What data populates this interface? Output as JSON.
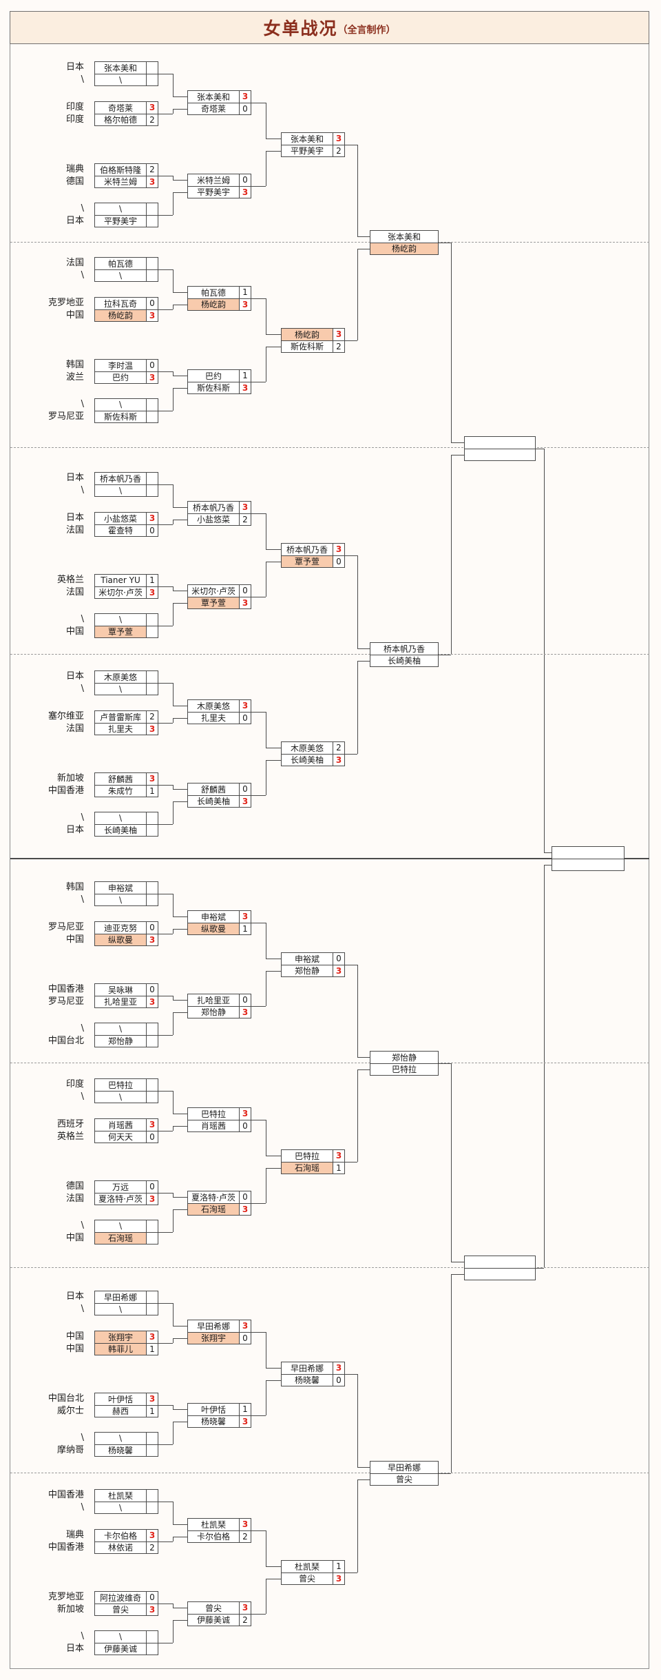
{
  "title": {
    "main": "女单战况",
    "sub": "（全言制作）"
  },
  "colors": {
    "page_bg": "#fefbf8",
    "title_bar_bg": "#fbeee0",
    "title_text": "#8b2f1e",
    "box_border": "#4a4a4a",
    "highlight_china": "#f8cbad",
    "winner_score": "#e1251b"
  },
  "bracket": {
    "sections": [
      {
        "r64": [
          {
            "rows": [
              {
                "country": "日本",
                "name": "张本美和",
                "score": ""
              },
              {
                "country": "\\",
                "name": "\\",
                "score": ""
              }
            ]
          },
          {
            "rows": [
              {
                "country": "印度",
                "name": "奇塔莱",
                "score": "3",
                "win": true
              },
              {
                "country": "印度",
                "name": "格尔帕德",
                "score": "2"
              }
            ]
          },
          {
            "rows": [
              {
                "country": "瑞典",
                "name": "伯格斯特隆",
                "score": "2"
              },
              {
                "country": "德国",
                "name": "米特兰姆",
                "score": "3",
                "win": true
              }
            ]
          },
          {
            "rows": [
              {
                "country": "\\",
                "name": "\\",
                "score": ""
              },
              {
                "country": "日本",
                "name": "平野美宇",
                "score": ""
              }
            ]
          }
        ],
        "r32": [
          {
            "rows": [
              {
                "name": "张本美和",
                "score": "3",
                "win": true
              },
              {
                "name": "奇塔莱",
                "score": "0"
              }
            ]
          },
          {
            "rows": [
              {
                "name": "米特兰姆",
                "score": "0"
              },
              {
                "name": "平野美宇",
                "score": "3",
                "win": true
              }
            ]
          }
        ],
        "r16": {
          "rows": [
            {
              "name": "张本美和",
              "score": "3",
              "win": true
            },
            {
              "name": "平野美宇",
              "score": "2"
            }
          ]
        }
      },
      {
        "r64": [
          {
            "rows": [
              {
                "country": "法国",
                "name": "帕瓦德",
                "score": ""
              },
              {
                "country": "\\",
                "name": "\\",
                "score": ""
              }
            ]
          },
          {
            "rows": [
              {
                "country": "克罗地亚",
                "name": "拉科瓦奇",
                "score": "0"
              },
              {
                "country": "中国",
                "name": "杨屹韵",
                "score": "3",
                "win": true,
                "cn": true
              }
            ]
          },
          {
            "rows": [
              {
                "country": "韩国",
                "name": "李时温",
                "score": "0"
              },
              {
                "country": "波兰",
                "name": "巴约",
                "score": "3",
                "win": true
              }
            ]
          },
          {
            "rows": [
              {
                "country": "\\",
                "name": "\\",
                "score": ""
              },
              {
                "country": "罗马尼亚",
                "name": "斯佐科斯",
                "score": ""
              }
            ]
          }
        ],
        "r32": [
          {
            "rows": [
              {
                "name": "帕瓦德",
                "score": "1"
              },
              {
                "name": "杨屹韵",
                "score": "3",
                "win": true,
                "cn": true
              }
            ]
          },
          {
            "rows": [
              {
                "name": "巴约",
                "score": "1"
              },
              {
                "name": "斯佐科斯",
                "score": "3",
                "win": true
              }
            ]
          }
        ],
        "r16": {
          "rows": [
            {
              "name": "杨屹韵",
              "score": "3",
              "win": true,
              "cn": true
            },
            {
              "name": "斯佐科斯",
              "score": "2"
            }
          ]
        }
      },
      {
        "r64": [
          {
            "rows": [
              {
                "country": "日本",
                "name": "桥本帆乃香",
                "score": ""
              },
              {
                "country": "\\",
                "name": "\\",
                "score": ""
              }
            ]
          },
          {
            "rows": [
              {
                "country": "日本",
                "name": "小盐悠菜",
                "score": "3",
                "win": true
              },
              {
                "country": "法国",
                "name": "霍查特",
                "score": "0"
              }
            ]
          },
          {
            "rows": [
              {
                "country": "英格兰",
                "name": "Tianer YU",
                "score": "1"
              },
              {
                "country": "法国",
                "name": "米切尔·卢茨",
                "score": "3",
                "win": true
              }
            ]
          },
          {
            "rows": [
              {
                "country": "\\",
                "name": "\\",
                "score": ""
              },
              {
                "country": "中国",
                "name": "覃予萱",
                "score": "",
                "cn": true
              }
            ]
          }
        ],
        "r32": [
          {
            "rows": [
              {
                "name": "桥本帆乃香",
                "score": "3",
                "win": true
              },
              {
                "name": "小盐悠菜",
                "score": "2"
              }
            ]
          },
          {
            "rows": [
              {
                "name": "米切尔·卢茨",
                "score": "0"
              },
              {
                "name": "覃予萱",
                "score": "3",
                "win": true,
                "cn": true
              }
            ]
          }
        ],
        "r16": {
          "rows": [
            {
              "name": "桥本帆乃香",
              "score": "3",
              "win": true
            },
            {
              "name": "覃予萱",
              "score": "0",
              "cn": true
            }
          ]
        }
      },
      {
        "r64": [
          {
            "rows": [
              {
                "country": "日本",
                "name": "木原美悠",
                "score": ""
              },
              {
                "country": "\\",
                "name": "\\",
                "score": ""
              }
            ]
          },
          {
            "rows": [
              {
                "country": "塞尔维亚",
                "name": "卢普雷斯库",
                "score": "2"
              },
              {
                "country": "法国",
                "name": "扎里夫",
                "score": "3",
                "win": true
              }
            ]
          },
          {
            "rows": [
              {
                "country": "新加坡",
                "name": "舒麟茜",
                "score": "3",
                "win": true
              },
              {
                "country": "中国香港",
                "name": "朱成竹",
                "score": "1"
              }
            ]
          },
          {
            "rows": [
              {
                "country": "\\",
                "name": "\\",
                "score": ""
              },
              {
                "country": "日本",
                "name": "长崎美柚",
                "score": ""
              }
            ]
          }
        ],
        "r32": [
          {
            "rows": [
              {
                "name": "木原美悠",
                "score": "3",
                "win": true
              },
              {
                "name": "扎里夫",
                "score": "0"
              }
            ]
          },
          {
            "rows": [
              {
                "name": "舒麟茜",
                "score": "0"
              },
              {
                "name": "长崎美柚",
                "score": "3",
                "win": true
              }
            ]
          }
        ],
        "r16": {
          "rows": [
            {
              "name": "木原美悠",
              "score": "2"
            },
            {
              "name": "长崎美柚",
              "score": "3",
              "win": true
            }
          ]
        }
      },
      {
        "r64": [
          {
            "rows": [
              {
                "country": "韩国",
                "name": "申裕斌",
                "score": ""
              },
              {
                "country": "\\",
                "name": "\\",
                "score": ""
              }
            ]
          },
          {
            "rows": [
              {
                "country": "罗马尼亚",
                "name": "迪亚克努",
                "score": "0"
              },
              {
                "country": "中国",
                "name": "纵歌曼",
                "score": "3",
                "win": true,
                "cn": true
              }
            ]
          },
          {
            "rows": [
              {
                "country": "中国香港",
                "name": "吴咏琳",
                "score": "0"
              },
              {
                "country": "罗马尼亚",
                "name": "扎哈里亚",
                "score": "3",
                "win": true
              }
            ]
          },
          {
            "rows": [
              {
                "country": "\\",
                "name": "\\",
                "score": ""
              },
              {
                "country": "中国台北",
                "name": "郑怡静",
                "score": ""
              }
            ]
          }
        ],
        "r32": [
          {
            "rows": [
              {
                "name": "申裕斌",
                "score": "3",
                "win": true
              },
              {
                "name": "纵歌曼",
                "score": "1",
                "cn": true
              }
            ]
          },
          {
            "rows": [
              {
                "name": "扎哈里亚",
                "score": "0"
              },
              {
                "name": "郑怡静",
                "score": "3",
                "win": true
              }
            ]
          }
        ],
        "r16": {
          "rows": [
            {
              "name": "申裕斌",
              "score": "0"
            },
            {
              "name": "郑怡静",
              "score": "3",
              "win": true
            }
          ]
        }
      },
      {
        "r64": [
          {
            "rows": [
              {
                "country": "印度",
                "name": "巴特拉",
                "score": ""
              },
              {
                "country": "\\",
                "name": "\\",
                "score": ""
              }
            ]
          },
          {
            "rows": [
              {
                "country": "西班牙",
                "name": "肖瑶茜",
                "score": "3",
                "win": true
              },
              {
                "country": "英格兰",
                "name": "何天天",
                "score": "0"
              }
            ]
          },
          {
            "rows": [
              {
                "country": "德国",
                "name": "万远",
                "score": "0"
              },
              {
                "country": "法国",
                "name": "夏洛特·卢茨",
                "score": "3",
                "win": true
              }
            ]
          },
          {
            "rows": [
              {
                "country": "\\",
                "name": "\\",
                "score": ""
              },
              {
                "country": "中国",
                "name": "石洵瑶",
                "score": "",
                "cn": true
              }
            ]
          }
        ],
        "r32": [
          {
            "rows": [
              {
                "name": "巴特拉",
                "score": "3",
                "win": true
              },
              {
                "name": "肖瑶茜",
                "score": "0"
              }
            ]
          },
          {
            "rows": [
              {
                "name": "夏洛特·卢茨",
                "score": "0"
              },
              {
                "name": "石洵瑶",
                "score": "3",
                "win": true,
                "cn": true
              }
            ]
          }
        ],
        "r16": {
          "rows": [
            {
              "name": "巴特拉",
              "score": "3",
              "win": true
            },
            {
              "name": "石洵瑶",
              "score": "1",
              "cn": true
            }
          ]
        }
      },
      {
        "r64": [
          {
            "rows": [
              {
                "country": "日本",
                "name": "早田希娜",
                "score": ""
              },
              {
                "country": "\\",
                "name": "\\",
                "score": ""
              }
            ]
          },
          {
            "rows": [
              {
                "country": "中国",
                "name": "张翔宇",
                "score": "3",
                "win": true,
                "cn": true
              },
              {
                "country": "中国",
                "name": "韩菲儿",
                "score": "1",
                "cn": true
              }
            ]
          },
          {
            "rows": [
              {
                "country": "中国台北",
                "name": "叶伊恬",
                "score": "3",
                "win": true
              },
              {
                "country": "威尔士",
                "name": "赫西",
                "score": "1"
              }
            ]
          },
          {
            "rows": [
              {
                "country": "\\",
                "name": "\\",
                "score": ""
              },
              {
                "country": "摩纳哥",
                "name": "杨晓馨",
                "score": ""
              }
            ]
          }
        ],
        "r32": [
          {
            "rows": [
              {
                "name": "早田希娜",
                "score": "3",
                "win": true
              },
              {
                "name": "张翔宇",
                "score": "0",
                "cn": true
              }
            ]
          },
          {
            "rows": [
              {
                "name": "叶伊恬",
                "score": "1"
              },
              {
                "name": "杨晓馨",
                "score": "3",
                "win": true
              }
            ]
          }
        ],
        "r16": {
          "rows": [
            {
              "name": "早田希娜",
              "score": "3",
              "win": true
            },
            {
              "name": "杨晓馨",
              "score": "0"
            }
          ]
        }
      },
      {
        "r64": [
          {
            "rows": [
              {
                "country": "中国香港",
                "name": "杜凯琹",
                "score": ""
              },
              {
                "country": "\\",
                "name": "\\",
                "score": ""
              }
            ]
          },
          {
            "rows": [
              {
                "country": "瑞典",
                "name": "卡尔伯格",
                "score": "3",
                "win": true
              },
              {
                "country": "中国香港",
                "name": "林依诺",
                "score": "2"
              }
            ]
          },
          {
            "rows": [
              {
                "country": "克罗地亚",
                "name": "阿拉波维奇",
                "score": "0"
              },
              {
                "country": "新加坡",
                "name": "曾尖",
                "score": "3",
                "win": true
              }
            ]
          },
          {
            "rows": [
              {
                "country": "\\",
                "name": "\\",
                "score": ""
              },
              {
                "country": "日本",
                "name": "伊藤美诚",
                "score": ""
              }
            ]
          }
        ],
        "r32": [
          {
            "rows": [
              {
                "name": "杜凯琹",
                "score": "3",
                "win": true
              },
              {
                "name": "卡尔伯格",
                "score": "2"
              }
            ]
          },
          {
            "rows": [
              {
                "name": "曾尖",
                "score": "3",
                "win": true
              },
              {
                "name": "伊藤美诚",
                "score": "2"
              }
            ]
          }
        ],
        "r16": {
          "rows": [
            {
              "name": "杜凯琹",
              "score": "1"
            },
            {
              "name": "曾尖",
              "score": "3",
              "win": true
            }
          ]
        }
      }
    ],
    "quarterfinals": [
      {
        "rows": [
          {
            "name": "张本美和"
          },
          {
            "name": "杨屹韵",
            "cn": true
          }
        ]
      },
      {
        "rows": [
          {
            "name": "桥本帆乃香"
          },
          {
            "name": "长崎美柚"
          }
        ]
      },
      {
        "rows": [
          {
            "name": "郑怡静"
          },
          {
            "name": "巴特拉"
          }
        ]
      },
      {
        "rows": [
          {
            "name": "早田希娜"
          },
          {
            "name": "曾尖"
          }
        ]
      }
    ],
    "semifinals": [
      {
        "rows": [
          {
            "name": ""
          },
          {
            "name": ""
          }
        ]
      },
      {
        "rows": [
          {
            "name": ""
          },
          {
            "name": ""
          }
        ]
      }
    ],
    "final": {
      "rows": [
        {
          "name": ""
        },
        {
          "name": ""
        }
      ]
    }
  }
}
